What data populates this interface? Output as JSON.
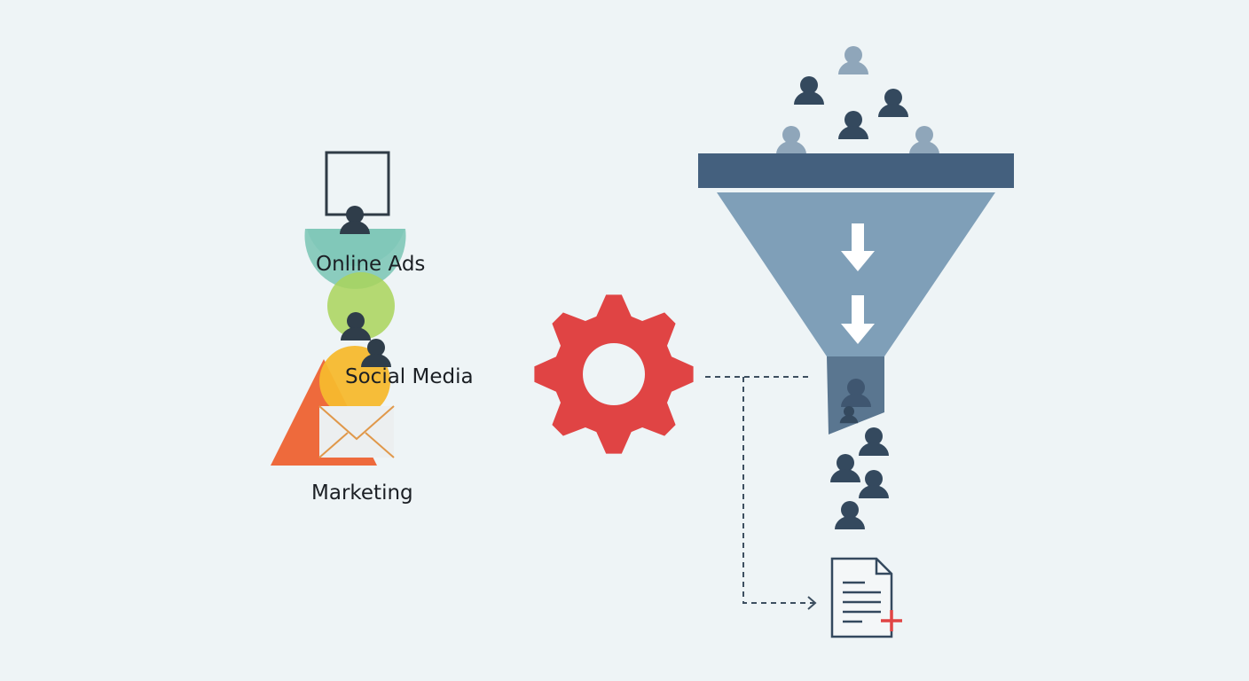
{
  "labels": {
    "online_ads": "Online Ads",
    "social_media": "Social Media",
    "marketing": "Marketing"
  },
  "colors": {
    "background": "#eef4f6",
    "dark_person": "#34495e",
    "light_person": "#8fa6ba",
    "funnel_bar": "#44607e",
    "funnel_body": "#7f9fb8",
    "funnel_neck": "#5a7690",
    "gear": "#e04444",
    "teal": "#7fc8b8",
    "green": "#a9d45a",
    "yellow": "#f6b92e",
    "orange": "#ee6a3c",
    "document_plus": "#e04444"
  },
  "icons": [
    "person-icon",
    "gear-icon",
    "funnel-icon",
    "envelope-icon",
    "document-add-icon",
    "down-arrow-icon",
    "monitor-icon"
  ]
}
